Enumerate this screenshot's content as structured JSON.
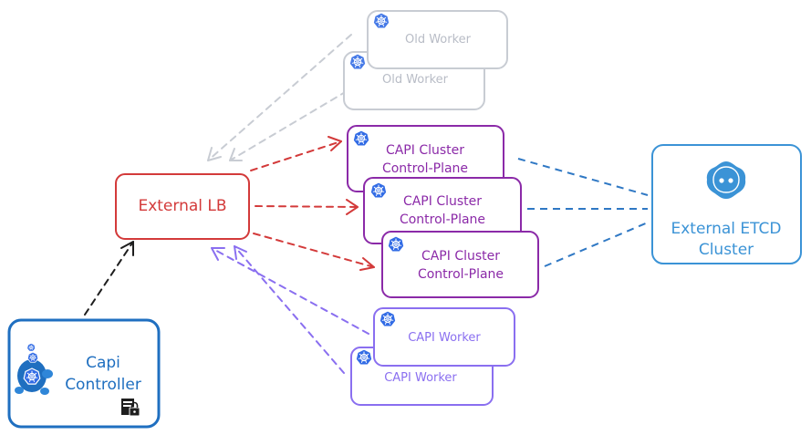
{
  "colors": {
    "lb": "#d33a3a",
    "controlplane": "#8b2aa8",
    "worker": "#8a6ff0",
    "old": "#c8ccd3",
    "old_text": "#b8bcc6",
    "etcd": "#3b93d6",
    "controller": "#1f6fc0",
    "k8s_icon": "#326ce5"
  },
  "nodes": {
    "old_worker_1": {
      "label": "Old Worker",
      "icon": "kubernetes-icon"
    },
    "old_worker_2": {
      "label": "Old Worker",
      "icon": "kubernetes-icon"
    },
    "external_lb": {
      "label": "External LB"
    },
    "cp_1": {
      "line1": "CAPI Cluster",
      "line2": "Control-Plane",
      "icon": "kubernetes-icon"
    },
    "cp_2": {
      "line1": "CAPI Cluster",
      "line2": "Control-Plane",
      "icon": "kubernetes-icon"
    },
    "cp_3": {
      "line1": "CAPI Cluster",
      "line2": "Control-Plane",
      "icon": "kubernetes-icon"
    },
    "etcd": {
      "line1": "External ETCD",
      "line2": "Cluster",
      "icon": "etcd-icon"
    },
    "worker_1": {
      "label": "CAPI Worker",
      "icon": "kubernetes-icon"
    },
    "worker_2": {
      "label": "CAPI Worker",
      "icon": "kubernetes-icon"
    },
    "controller": {
      "line1": "Capi",
      "line2": "Controller",
      "icon": "cluster-api-turtle-icon",
      "badge": "lock-document-icon"
    }
  }
}
